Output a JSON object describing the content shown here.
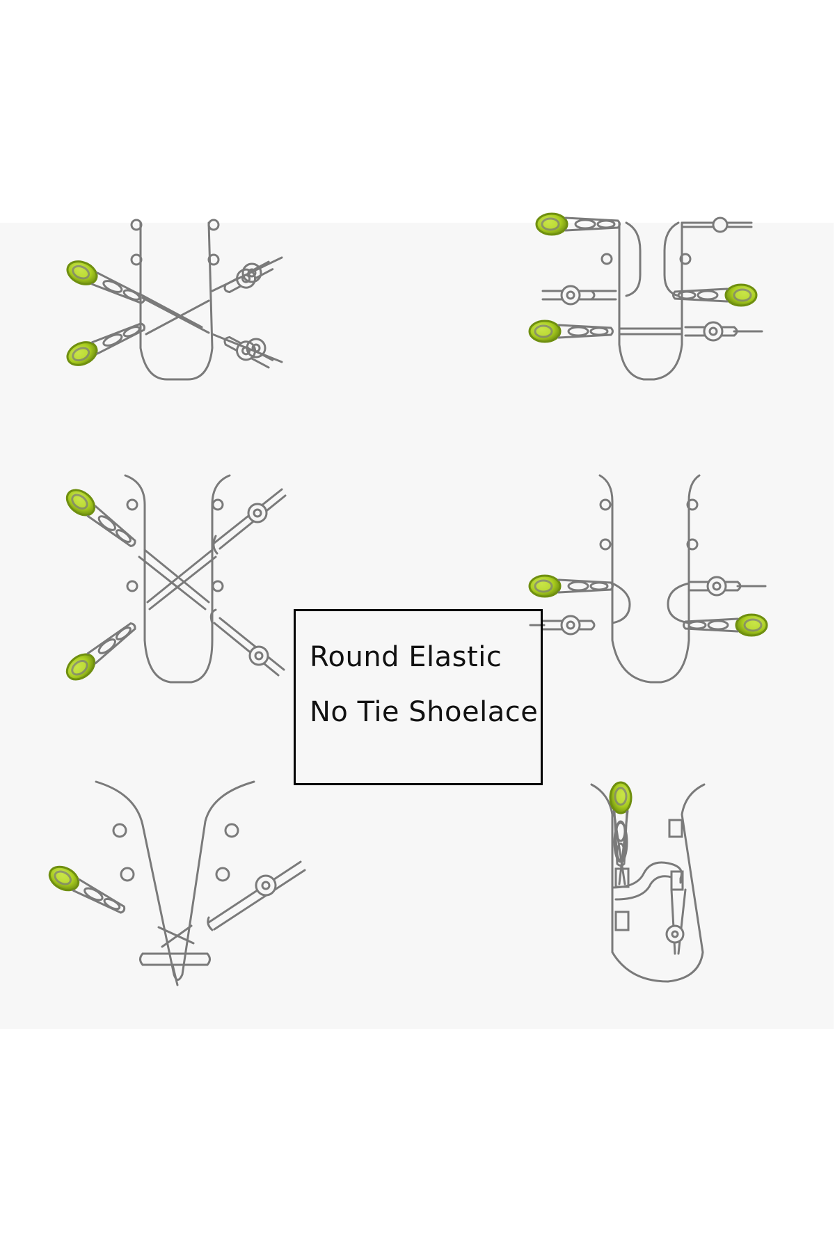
{
  "label": {
    "line1": "Round Elastic",
    "line2": "No Tie Shoelace"
  },
  "colors": {
    "background": "#ffffff",
    "panel": "#f7f7f7",
    "outline": "#7a7a7a",
    "lace_lock": "#a8cc1e",
    "lace_lock_dark": "#6f8f10",
    "box_border": "#000000"
  },
  "diagrams": [
    {
      "name": "criss-cross-top-diagram",
      "icon": "lacing-diagram"
    },
    {
      "name": "straight-bar-top-diagram",
      "icon": "lacing-diagram"
    },
    {
      "name": "criss-cross-middle-diagram",
      "icon": "lacing-diagram"
    },
    {
      "name": "straight-loop-middle-diagram",
      "icon": "lacing-diagram"
    },
    {
      "name": "v-shape-bottom-diagram",
      "icon": "lacing-diagram"
    },
    {
      "name": "side-zipper-bottom-diagram",
      "icon": "lacing-diagram"
    }
  ]
}
